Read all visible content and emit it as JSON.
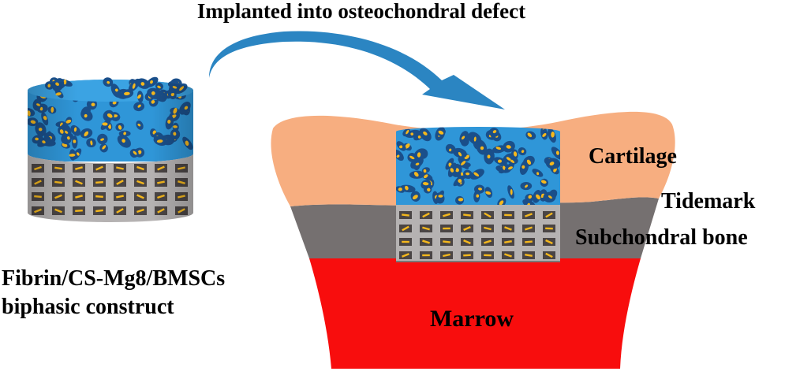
{
  "title": "Implanted into osteochondral defect",
  "construct": {
    "label_line1": "Fibrin/CS-Mg8/BMSCs",
    "label_line2": "biphasic construct"
  },
  "tissue_labels": {
    "cartilage": "Cartilage",
    "tidemark": "Tidemark",
    "subchondral_bone": "Subchondral bone",
    "marrow": "Marrow"
  },
  "colors": {
    "cartilage": "#f7ae80",
    "subchondral_bone": "#757070",
    "marrow": "#f80d0d",
    "marrow_text": "#ffffff",
    "hydrogel": "#2f96d8",
    "hydrogel_pore": "#1a4f8a",
    "cell": "#f5b81d",
    "scaffold": "#b5b2b2",
    "scaffold_pore": "#4a4545",
    "arrow": "#2b85c2"
  }
}
